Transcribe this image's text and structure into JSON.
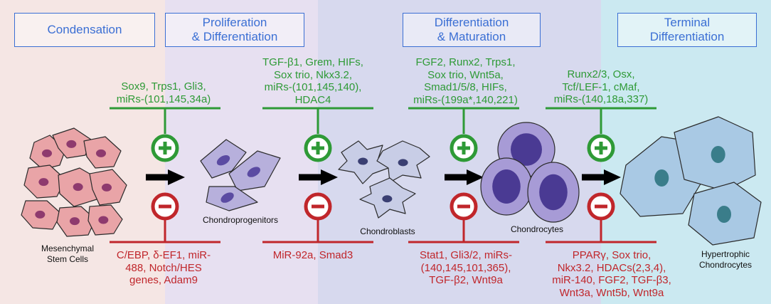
{
  "colors": {
    "band1": "#f5e6e4",
    "band2": "#e7e0f1",
    "band3": "#d7d9ee",
    "band4": "#cbe9f1",
    "stage_border": "#3b6fd4",
    "promote_green": "#2e9a36",
    "inhibit_red": "#c0262b"
  },
  "stages": [
    {
      "lines": [
        "Condensation"
      ]
    },
    {
      "lines": [
        "Proliferation",
        "& Differentiation"
      ]
    },
    {
      "lines": [
        "Differentiation",
        "& Maturation"
      ]
    },
    {
      "lines": [
        "Terminal",
        "Differentiation"
      ]
    }
  ],
  "promoters": [
    {
      "lines": [
        "Sox9, Trps1, Gli3,",
        "miRs-(101,145,34a)"
      ]
    },
    {
      "lines": [
        "TGF-β1, Grem, HIFs,",
        "Sox trio, Nkx3.2,",
        "miRs-(101,145,140),",
        "HDAC4"
      ]
    },
    {
      "lines": [
        "FGF2, Runx2, Trps1,",
        "Sox trio, Wnt5a,",
        "Smad1/5/8, HIFs,",
        "miRs-(199a*,140,221)"
      ]
    },
    {
      "lines": [
        "Runx2/3, Osx,",
        "Tcf/LEF-1, cMaf,",
        "miRs-(140,18a,337)"
      ]
    }
  ],
  "inhibitors": [
    {
      "lines": [
        "C/EBP, δ-EF1, miR-",
        "488, Notch/HES",
        "genes, Adam9"
      ]
    },
    {
      "lines": [
        "MiR-92a, Smad3"
      ]
    },
    {
      "lines": [
        "Stat1, Gli3/2, miRs-",
        "(140,145,101,365),",
        "TGF-β2, Wnt9a"
      ]
    },
    {
      "lines": [
        "PPARγ, Sox trio,",
        "Nkx3.2, HDACs(2,3,4),",
        "miR-140, FGF2, TGF-β3,",
        "Wnt3a, Wnt5b, Wnt9a"
      ]
    }
  ],
  "cell_labels": [
    {
      "lines": [
        "Mesenchymal",
        "Stem Cells"
      ]
    },
    {
      "lines": [
        "Chondroprogenitors"
      ]
    },
    {
      "lines": [
        "Chondroblasts"
      ]
    },
    {
      "lines": [
        "Chondrocytes"
      ]
    },
    {
      "lines": [
        "Hypertrophic",
        "Chondrocytes"
      ]
    }
  ]
}
